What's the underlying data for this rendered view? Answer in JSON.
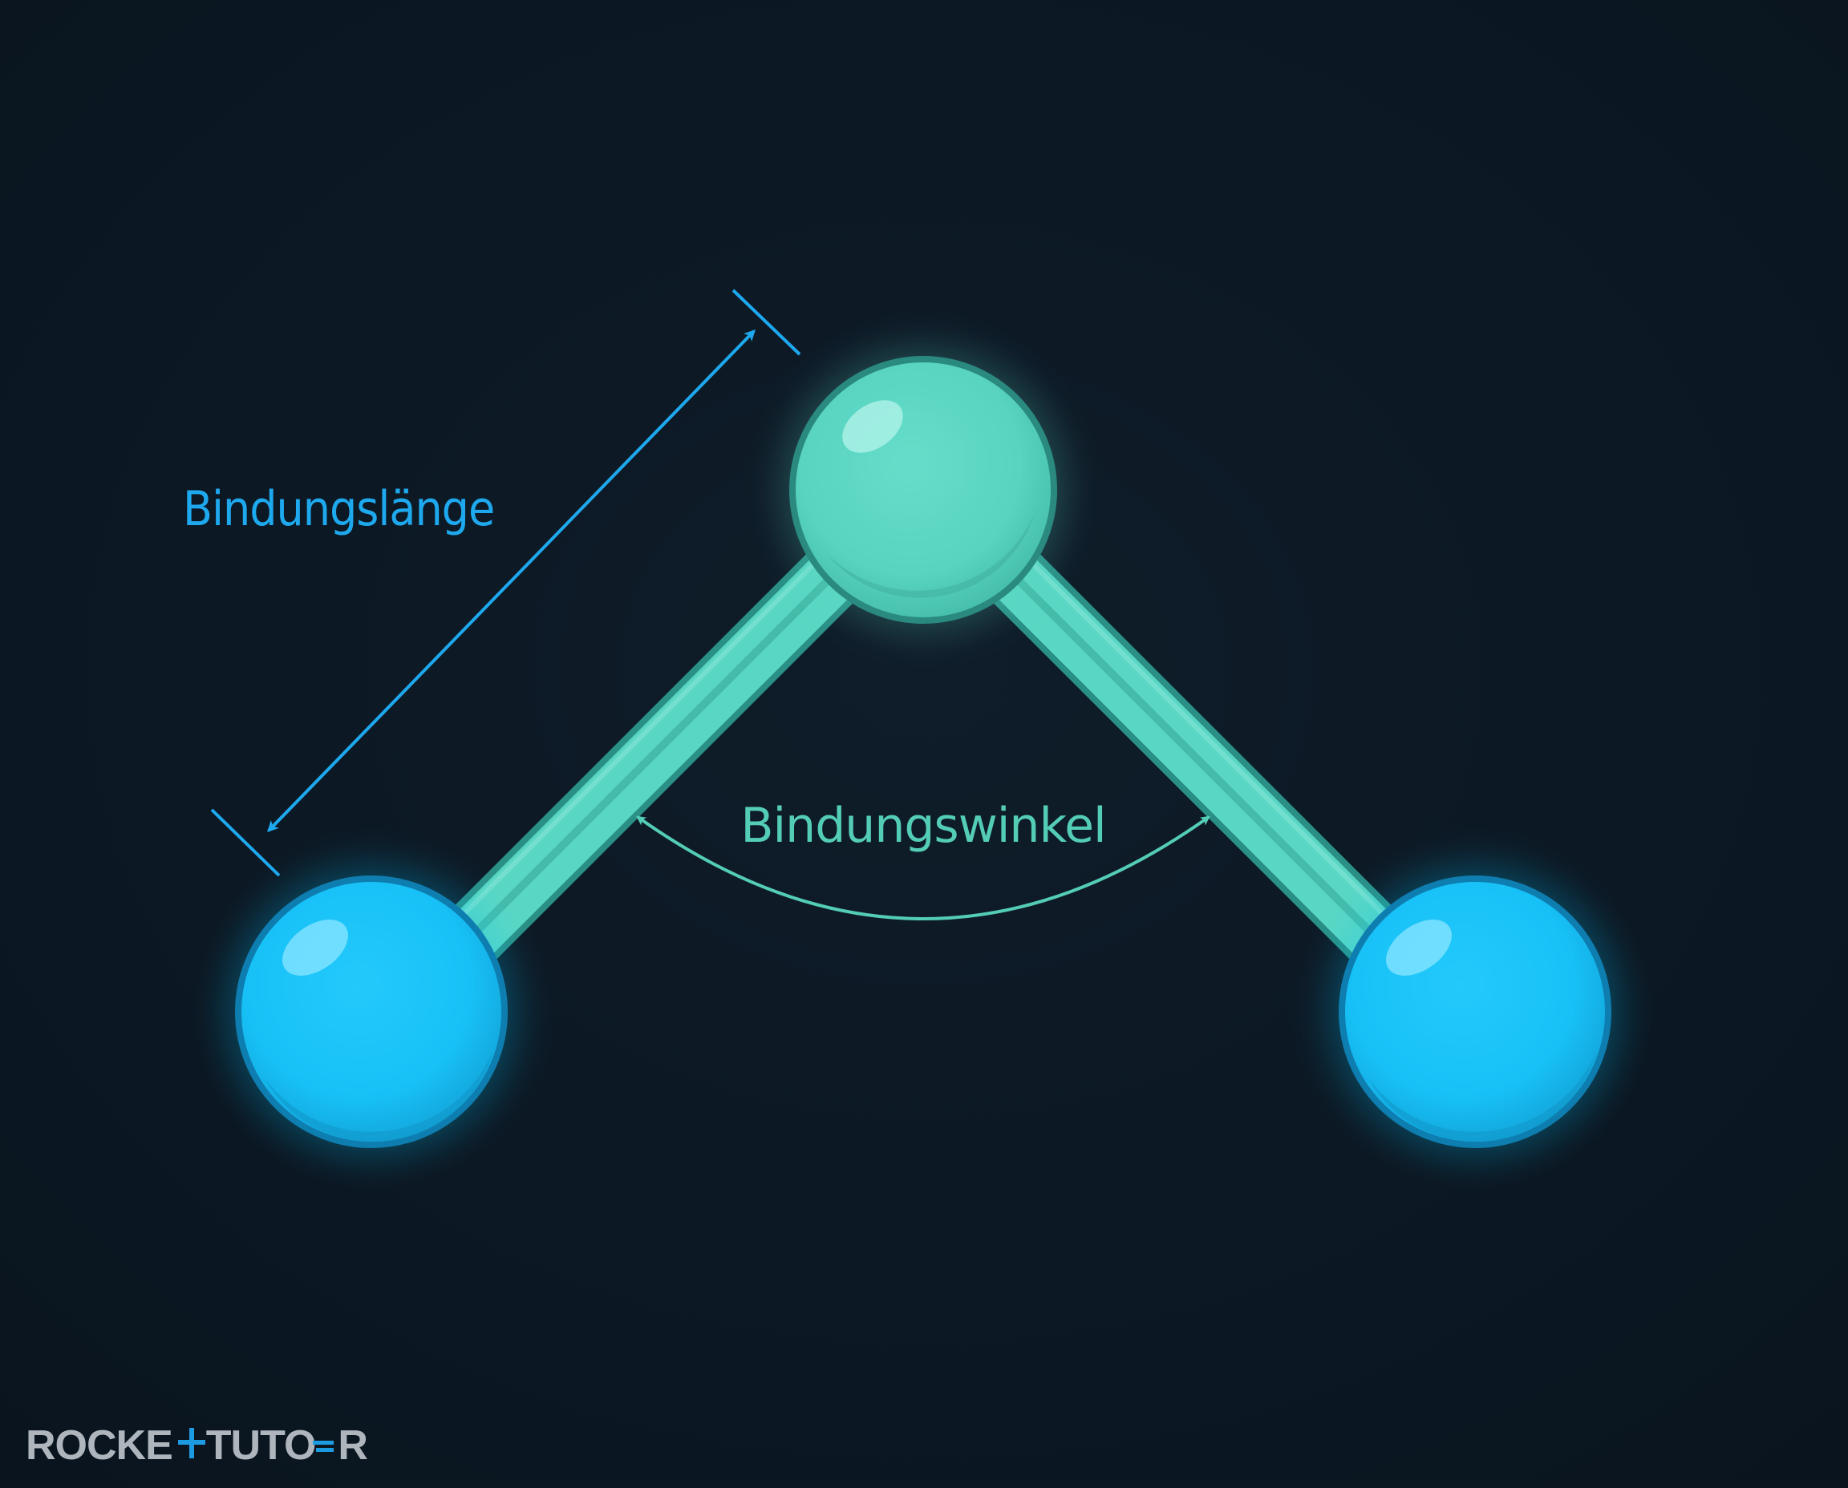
{
  "diagram": {
    "bond_length_label": "Bindungslänge",
    "bond_angle_label": "Bindungswinkel",
    "brand": {
      "part1": "ROCKE",
      "part2": "TUTO",
      "part3": "R"
    },
    "colors": {
      "background": "#0c1823",
      "center_atom": "#5ad7c4",
      "outer_atom": "#18c3f9",
      "bond": "#5ad7c4",
      "bond_length_arrow": "#1ea8ee",
      "bond_angle_arrow": "#54cdb6",
      "brand_text": "#aeb5bd",
      "brand_accent": "#1c9be3"
    },
    "icons": [
      "center-atom-icon",
      "outer-atom-icon",
      "bond-icon"
    ]
  }
}
